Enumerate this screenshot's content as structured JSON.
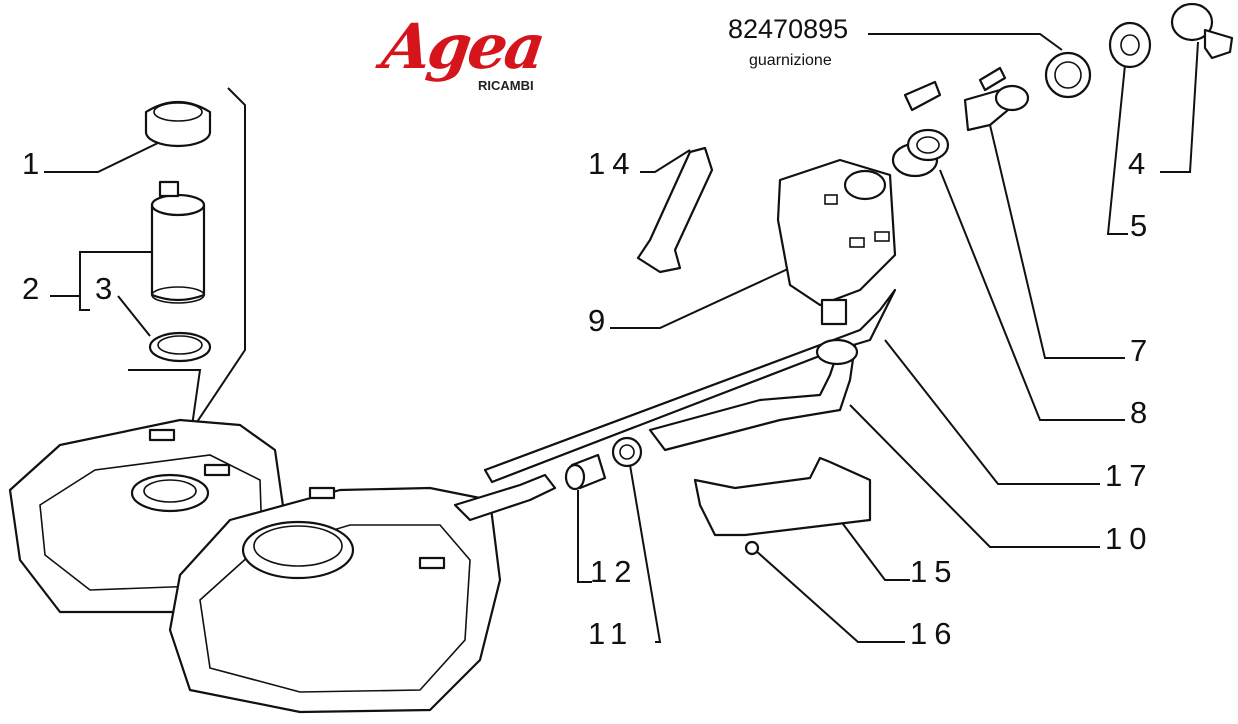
{
  "brand": {
    "word": "Agea",
    "sub": "RICAMBI",
    "color": "#d6141c"
  },
  "part_note": {
    "number": "82470895",
    "description": "guarnizione"
  },
  "callouts": [
    "1",
    "2",
    "3",
    "4",
    "5",
    "7",
    "8",
    "9",
    "10",
    "11",
    "12",
    "14",
    "15",
    "16",
    "17"
  ]
}
